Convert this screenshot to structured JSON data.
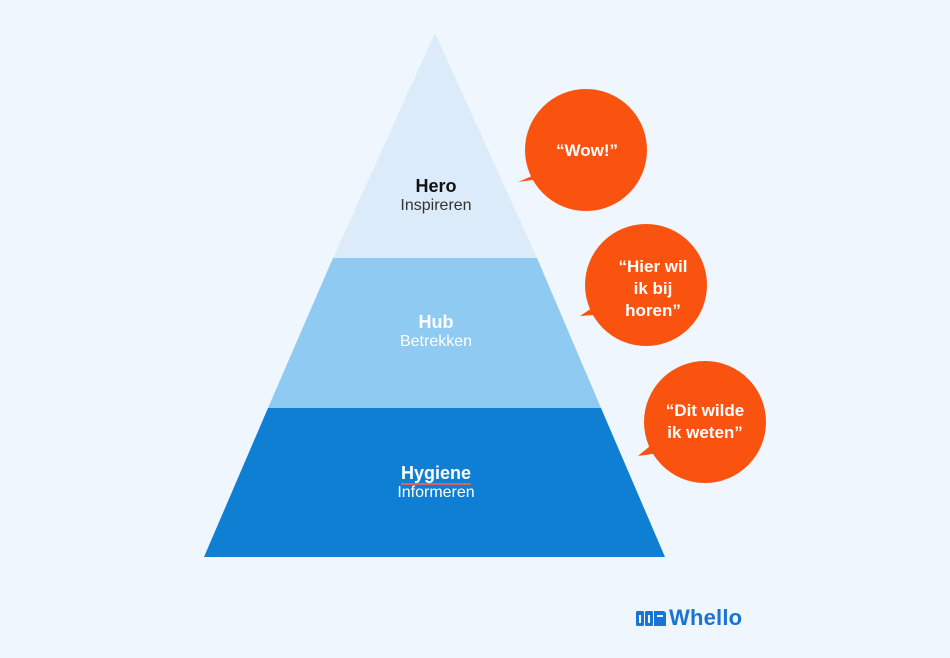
{
  "pyramid": {
    "levels": [
      {
        "title": "Hero",
        "subtitle": "Inspireren",
        "color": "#dcebfa"
      },
      {
        "title": "Hub",
        "subtitle": "Betrekken",
        "color": "#8fcaf3"
      },
      {
        "title": "Hygiene",
        "subtitle": "Informeren",
        "color": "#0f7fd3"
      }
    ]
  },
  "bubbles": [
    {
      "text": "“Wow!”",
      "color": "#fa520f"
    },
    {
      "text": "“Hier wil ik bij horen”",
      "color": "#fa520f"
    },
    {
      "text": "“Dit wilde ik weten”",
      "color": "#fa520f"
    }
  ],
  "logo": {
    "text": "Whello",
    "icon": "whello-logo-icon",
    "color": "#1a74d4"
  }
}
